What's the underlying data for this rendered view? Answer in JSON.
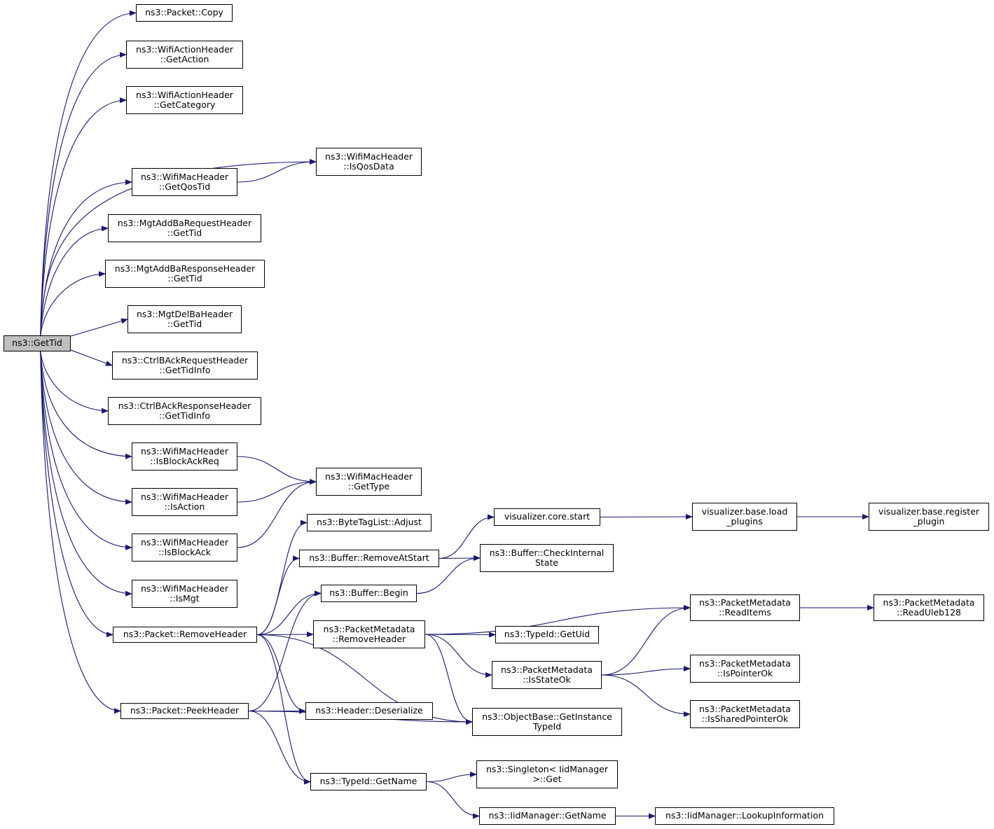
{
  "graph": {
    "nodes": [
      {
        "id": "root",
        "lines": [
          "ns3::GetTid"
        ]
      },
      {
        "id": "copy",
        "lines": [
          "ns3::Packet::Copy"
        ]
      },
      {
        "id": "getaction",
        "lines": [
          "ns3::WifiActionHeader",
          "::GetAction"
        ]
      },
      {
        "id": "getcategory",
        "lines": [
          "ns3::WifiActionHeader",
          "::GetCategory"
        ]
      },
      {
        "id": "isqosdata",
        "lines": [
          "ns3::WifiMacHeader",
          "::IsQosData"
        ]
      },
      {
        "id": "getqostid",
        "lines": [
          "ns3::WifiMacHeader",
          "::GetQosTid"
        ]
      },
      {
        "id": "addbareq",
        "lines": [
          "ns3::MgtAddBaRequestHeader",
          "::GetTid"
        ]
      },
      {
        "id": "addbaresp",
        "lines": [
          "ns3::MgtAddBaResponseHeader",
          "::GetTid"
        ]
      },
      {
        "id": "delba",
        "lines": [
          "ns3::MgtDelBaHeader",
          "::GetTid"
        ]
      },
      {
        "id": "ctrlreq",
        "lines": [
          "ns3::CtrlBAckRequestHeader",
          "::GetTidInfo"
        ]
      },
      {
        "id": "ctrlresp",
        "lines": [
          "ns3::CtrlBAckResponseHeader",
          "::GetTidInfo"
        ]
      },
      {
        "id": "isblockackreq",
        "lines": [
          "ns3::WifiMacHeader",
          "::IsBlockAckReq"
        ]
      },
      {
        "id": "gettype",
        "lines": [
          "ns3::WifiMacHeader",
          "::GetType"
        ]
      },
      {
        "id": "isaction",
        "lines": [
          "ns3::WifiMacHeader",
          "::IsAction"
        ]
      },
      {
        "id": "isblockack",
        "lines": [
          "ns3::WifiMacHeader",
          "::IsBlockAck"
        ]
      },
      {
        "id": "ismgt",
        "lines": [
          "ns3::WifiMacHeader",
          "::IsMgt"
        ]
      },
      {
        "id": "removeheader",
        "lines": [
          "ns3::Packet::RemoveHeader"
        ]
      },
      {
        "id": "peekheader",
        "lines": [
          "ns3::Packet::PeekHeader"
        ]
      },
      {
        "id": "adjust",
        "lines": [
          "ns3::ByteTagList::Adjust"
        ]
      },
      {
        "id": "removeatstart",
        "lines": [
          "ns3::Buffer::RemoveAtStart"
        ]
      },
      {
        "id": "begin",
        "lines": [
          "ns3::Buffer::Begin"
        ]
      },
      {
        "id": "pmremoveheader",
        "lines": [
          "ns3::PacketMetadata",
          "::RemoveHeader"
        ]
      },
      {
        "id": "deserialize",
        "lines": [
          "ns3::Header::Deserialize"
        ]
      },
      {
        "id": "getinstancetypeid",
        "lines": [
          "ns3::ObjectBase::GetInstance",
          "TypeId"
        ]
      },
      {
        "id": "typeidgetname",
        "lines": [
          "ns3::TypeId::GetName"
        ]
      },
      {
        "id": "vizstart",
        "lines": [
          "visualizer.core.start"
        ]
      },
      {
        "id": "checkinternal",
        "lines": [
          "ns3::Buffer::CheckInternal",
          "State"
        ]
      },
      {
        "id": "getuid",
        "lines": [
          "ns3::TypeId::GetUid"
        ]
      },
      {
        "id": "isstateok",
        "lines": [
          "ns3::PacketMetadata",
          "::IsStateOk"
        ]
      },
      {
        "id": "singletonget",
        "lines": [
          "ns3::Singleton< IidManager",
          ">::Get"
        ]
      },
      {
        "id": "iidgetname",
        "lines": [
          "ns3::IidManager::GetName"
        ]
      },
      {
        "id": "loadplugins",
        "lines": [
          "visualizer.base.load",
          "_plugins"
        ]
      },
      {
        "id": "readitems",
        "lines": [
          "ns3::PacketMetadata",
          "::ReadItems"
        ]
      },
      {
        "id": "ispointerok",
        "lines": [
          "ns3::PacketMetadata",
          "::IsPointerOk"
        ]
      },
      {
        "id": "issharedpointerok",
        "lines": [
          "ns3::PacketMetadata",
          "::IsSharedPointerOk"
        ]
      },
      {
        "id": "lookupinfo",
        "lines": [
          "ns3::IidManager::LookupInformation"
        ]
      },
      {
        "id": "registerplugin",
        "lines": [
          "visualizer.base.register",
          "_plugin"
        ]
      },
      {
        "id": "readuleb",
        "lines": [
          "ns3::PacketMetadata",
          "::ReadUleb128"
        ]
      }
    ],
    "edges": [
      [
        "root",
        "copy"
      ],
      [
        "root",
        "getaction"
      ],
      [
        "root",
        "getcategory"
      ],
      [
        "root",
        "isqosdata"
      ],
      [
        "root",
        "getqostid"
      ],
      [
        "root",
        "addbareq"
      ],
      [
        "root",
        "addbaresp"
      ],
      [
        "root",
        "delba"
      ],
      [
        "root",
        "ctrlreq"
      ],
      [
        "root",
        "ctrlresp"
      ],
      [
        "root",
        "isblockackreq"
      ],
      [
        "root",
        "isaction"
      ],
      [
        "root",
        "isblockack"
      ],
      [
        "root",
        "ismgt"
      ],
      [
        "root",
        "removeheader"
      ],
      [
        "root",
        "peekheader"
      ],
      [
        "getqostid",
        "isqosdata"
      ],
      [
        "isblockackreq",
        "gettype"
      ],
      [
        "isaction",
        "gettype"
      ],
      [
        "isblockack",
        "gettype"
      ],
      [
        "removeheader",
        "adjust"
      ],
      [
        "removeheader",
        "removeatstart"
      ],
      [
        "removeheader",
        "begin"
      ],
      [
        "removeheader",
        "pmremoveheader"
      ],
      [
        "removeheader",
        "deserialize"
      ],
      [
        "removeheader",
        "getinstancetypeid"
      ],
      [
        "removeheader",
        "typeidgetname"
      ],
      [
        "peekheader",
        "begin"
      ],
      [
        "peekheader",
        "deserialize"
      ],
      [
        "peekheader",
        "getinstancetypeid"
      ],
      [
        "peekheader",
        "typeidgetname"
      ],
      [
        "removeatstart",
        "vizstart"
      ],
      [
        "removeatstart",
        "checkinternal"
      ],
      [
        "begin",
        "checkinternal"
      ],
      [
        "pmremoveheader",
        "readitems"
      ],
      [
        "pmremoveheader",
        "getuid"
      ],
      [
        "pmremoveheader",
        "isstateok"
      ],
      [
        "pmremoveheader",
        "getinstancetypeid"
      ],
      [
        "isstateok",
        "readitems"
      ],
      [
        "isstateok",
        "ispointerok"
      ],
      [
        "isstateok",
        "issharedpointerok"
      ],
      [
        "typeidgetname",
        "singletonget"
      ],
      [
        "typeidgetname",
        "iidgetname"
      ],
      [
        "iidgetname",
        "lookupinfo"
      ],
      [
        "vizstart",
        "loadplugins"
      ],
      [
        "loadplugins",
        "registerplugin"
      ],
      [
        "readitems",
        "readuleb"
      ]
    ]
  }
}
